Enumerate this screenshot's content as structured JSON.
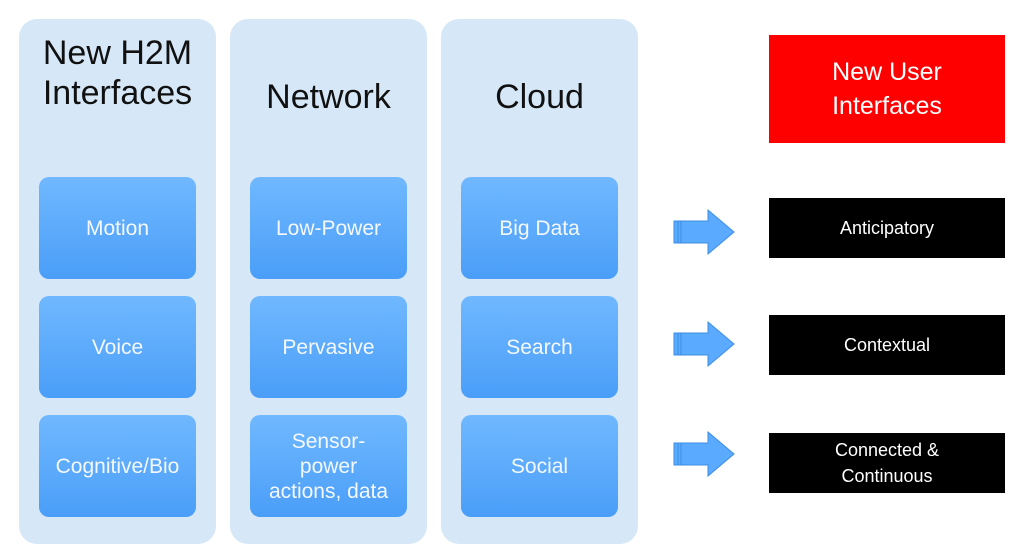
{
  "columns": [
    {
      "title": "New H2M\nInterfaces",
      "tiles": [
        "Motion",
        "Voice",
        "Cognitive/Bio"
      ]
    },
    {
      "title": "Network",
      "tiles": [
        "Low-Power",
        "Pervasive",
        "Sensor-\npower\nactions, data"
      ]
    },
    {
      "title": "Cloud",
      "tiles": [
        "Big Data",
        "Search",
        "Social"
      ]
    }
  ],
  "header_box": {
    "label": "New User\nInterfaces",
    "color": "#ff0000"
  },
  "outputs": [
    {
      "label": "Anticipatory"
    },
    {
      "label": "Contextual"
    },
    {
      "label": "Connected &\nContinuous"
    }
  ],
  "icons": {
    "arrow": "right-arrow-icon"
  },
  "colors": {
    "column_bg": "#d6e8f8",
    "tile": "#5aaaff",
    "arrow": "#5aaaff",
    "output_bg": "#000000"
  }
}
